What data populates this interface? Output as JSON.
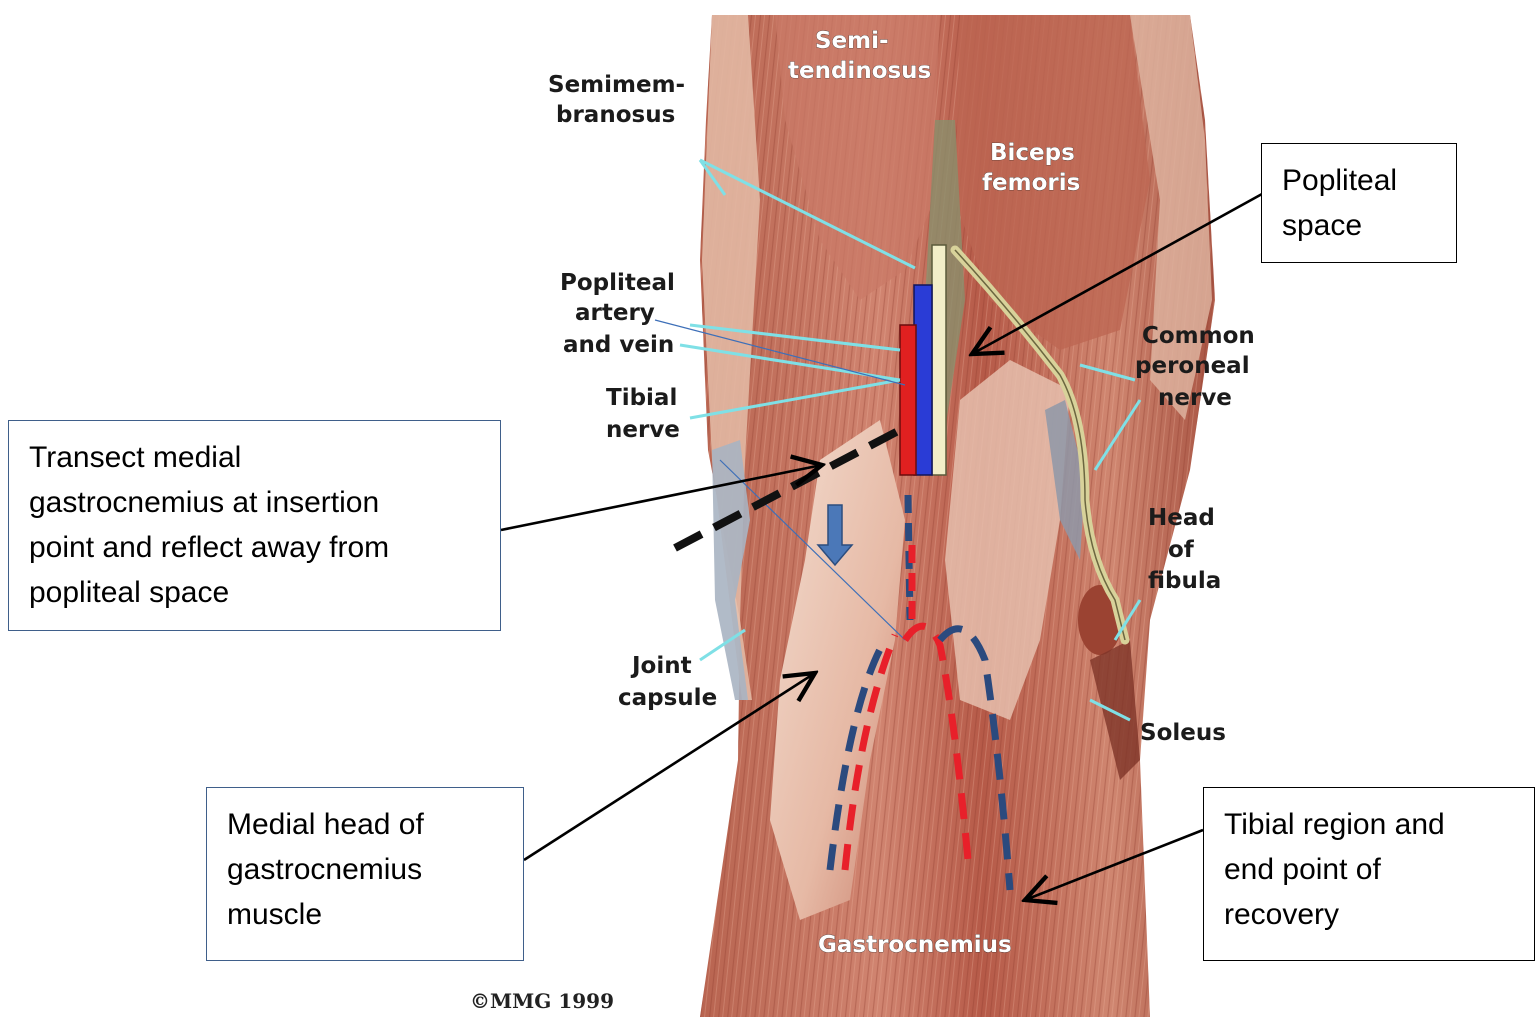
{
  "callouts": {
    "popliteal_space": "Popliteal\nspace",
    "transect": "Transect medial\ngastrocnemius at insertion\npoint and reflect away from\npopliteal space",
    "medial_head": "Medial head of\ngastrocnemius\nmuscle",
    "tibial_region": "Tibial region and\nend point of\nrecovery"
  },
  "anatomy_labels": {
    "semimembranosus_line1": "Semimem-",
    "semimembranosus_line2": "branosus",
    "semitendinosus_line1": "Semi-",
    "semitendinosus_line2": "tendinosus",
    "biceps_line1": "Biceps",
    "biceps_line2": "femoris",
    "popliteal_av_line1": "Popliteal",
    "popliteal_av_line2": "artery",
    "popliteal_av_line3": "and vein",
    "tibial_nerve_line1": "Tibial",
    "tibial_nerve_line2": "nerve",
    "common_peroneal_line1": "Common",
    "common_peroneal_line2": "peroneal",
    "common_peroneal_line3": "nerve",
    "head_fibula_line1": "Head",
    "head_fibula_line2": "of",
    "head_fibula_line3": "fibula",
    "joint_capsule_line1": "Joint",
    "joint_capsule_line2": "capsule",
    "soleus": "Soleus",
    "gastrocnemius": "Gastrocnemius"
  },
  "copyright": "©MMG 1999",
  "colors": {
    "muscle": "#c4705c",
    "muscle_dark": "#9e4a3a",
    "tendon": "#f1dccd",
    "artery": "#e02020",
    "vein": "#2a3cd6",
    "nerve": "#d8d29a",
    "dash_blue": "#2b4a7e",
    "dash_red": "#e8202a",
    "leader_cyan": "#7fe0e6"
  }
}
